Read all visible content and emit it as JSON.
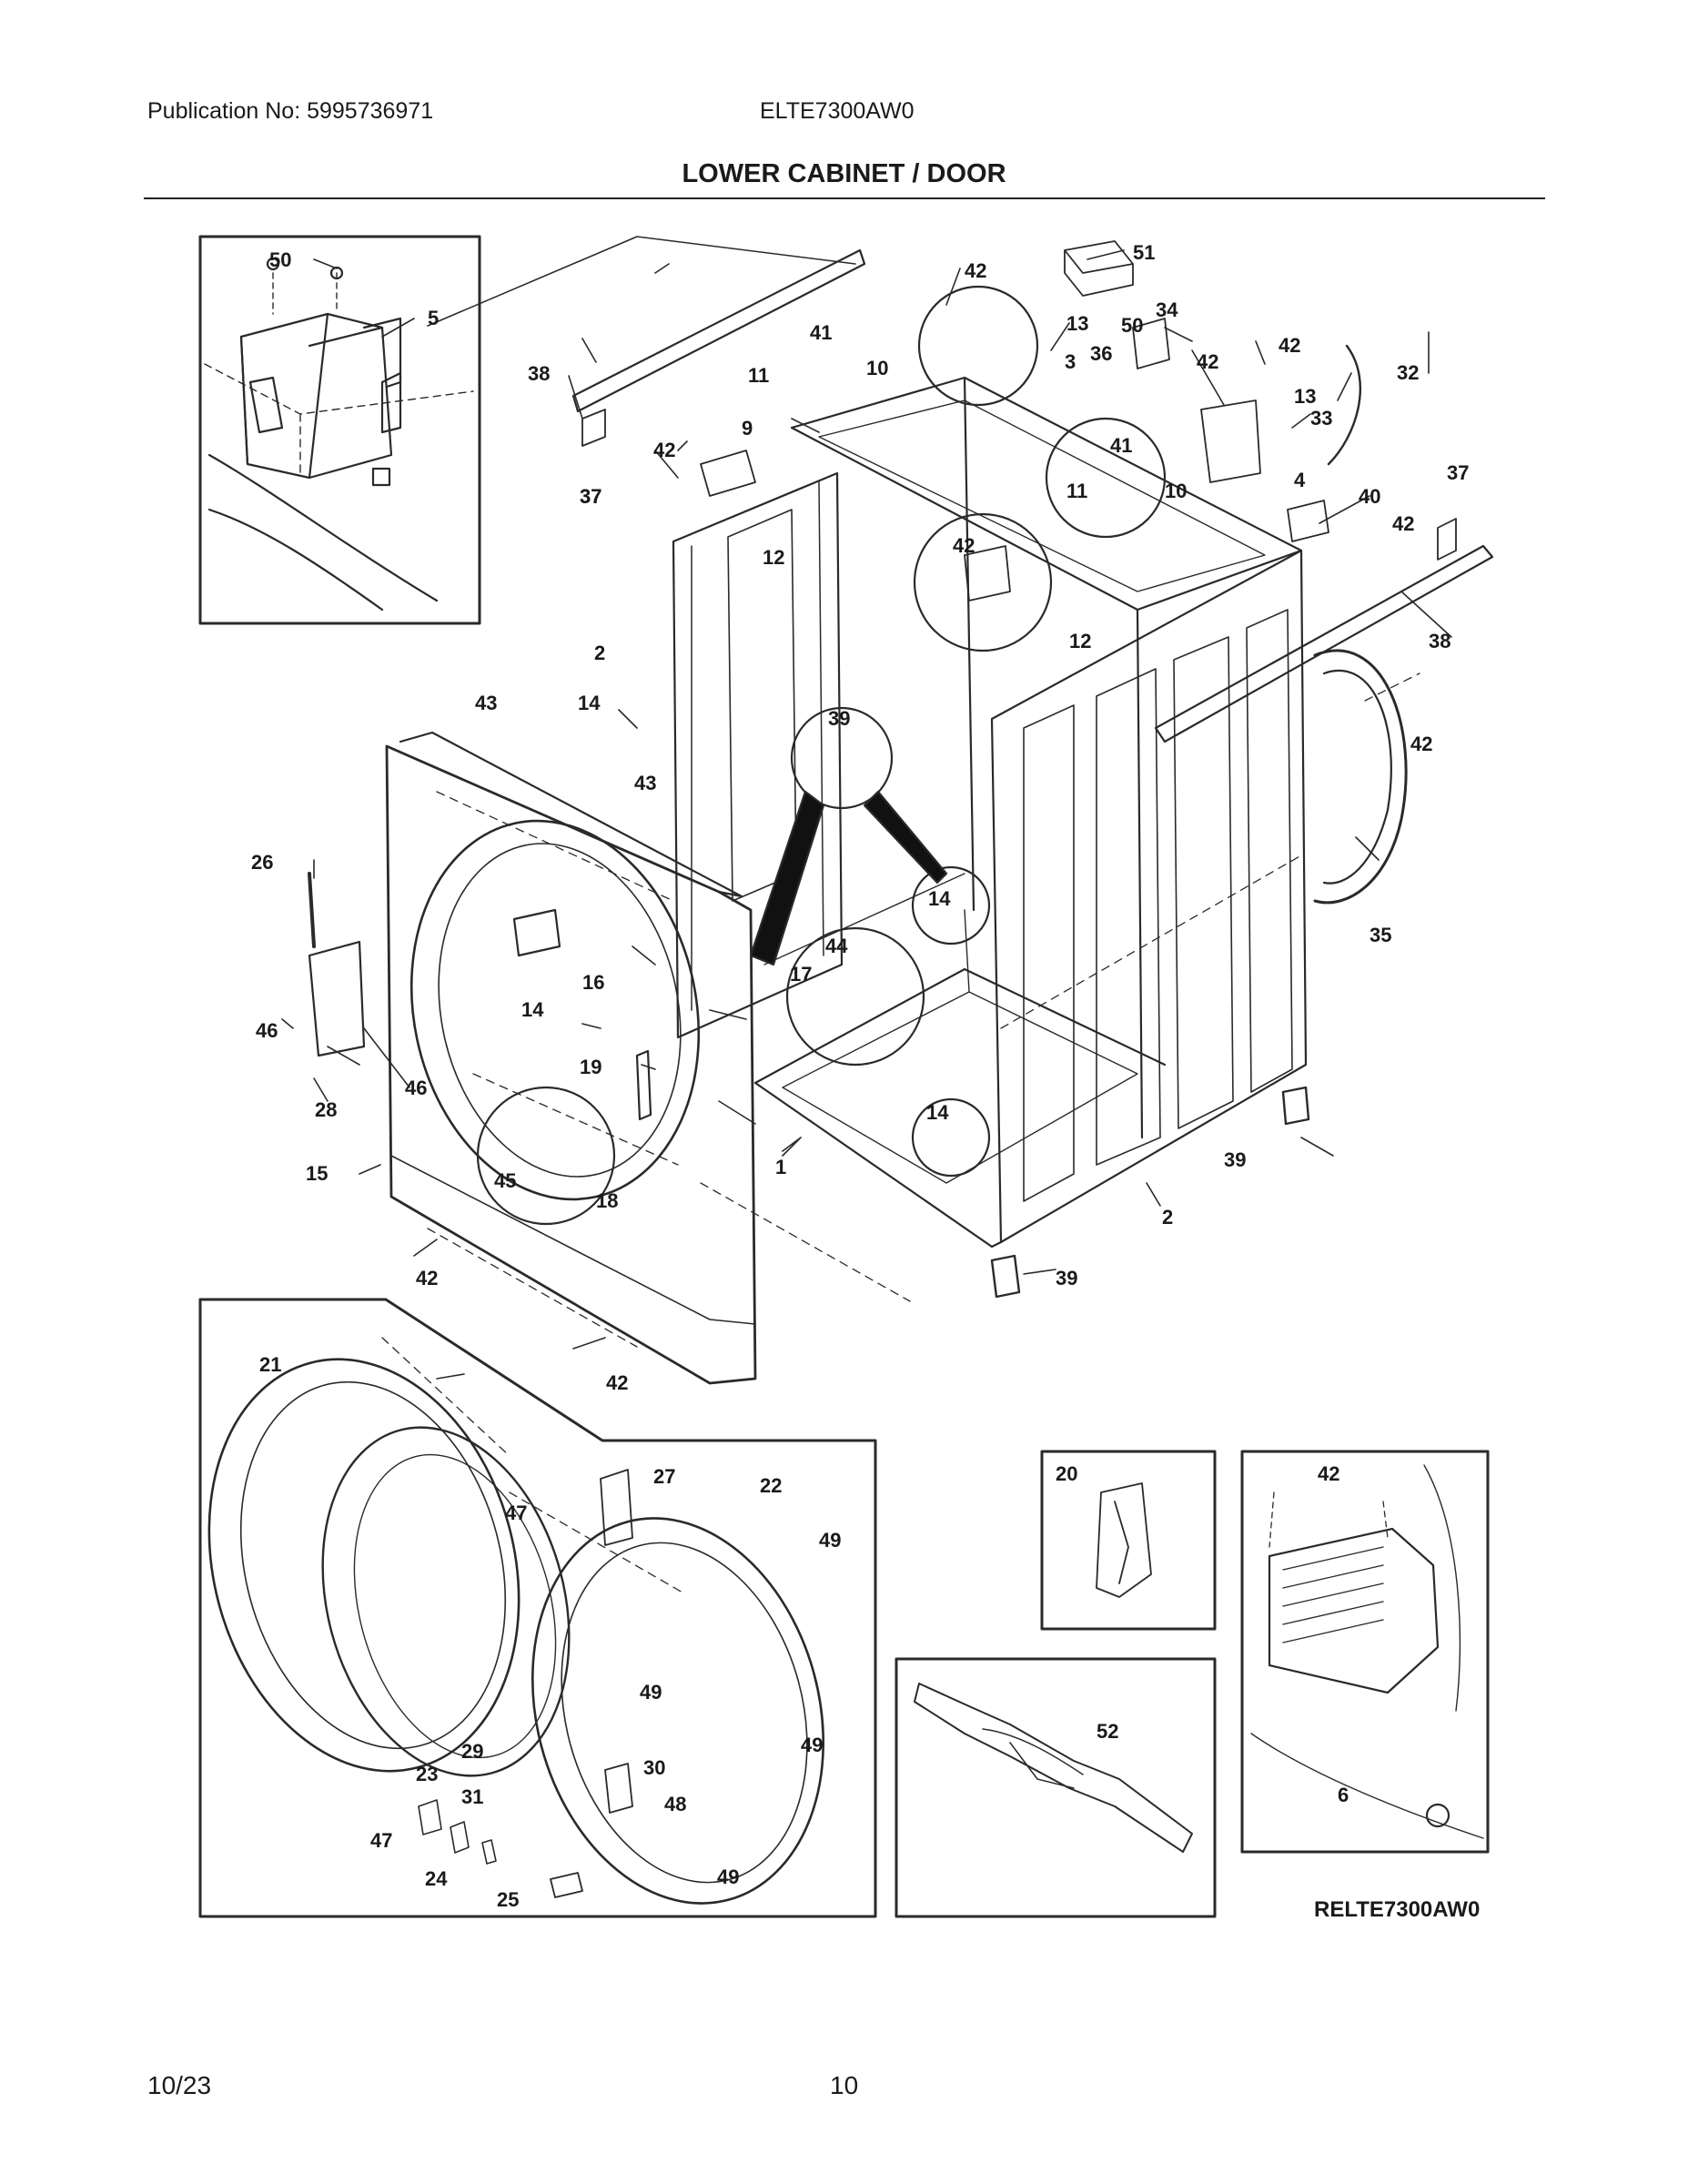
{
  "header": {
    "publication": "Publication No:  5995736971",
    "model": "ELTE7300AW0",
    "title": "LOWER CABINET / DOOR"
  },
  "diagram": {
    "reference_code": "RELTE7300AW0"
  },
  "callouts": {
    "c1": "1",
    "c2a": "2",
    "c2b": "2",
    "c3": "3",
    "c4": "4",
    "c5": "5",
    "c6": "6",
    "c9": "9",
    "c10a": "10",
    "c10b": "10",
    "c11a": "11",
    "c11b": "11",
    "c12a": "12",
    "c12b": "12",
    "c13a": "13",
    "c13b": "13",
    "c14a": "14",
    "c14b": "14",
    "c14c": "14",
    "c14d": "14",
    "c15": "15",
    "c16": "16",
    "c17": "17",
    "c18": "18",
    "c19": "19",
    "c20": "20",
    "c21": "21",
    "c22": "22",
    "c23": "23",
    "c24": "24",
    "c25": "25",
    "c26": "26",
    "c27": "27",
    "c28": "28",
    "c29": "29",
    "c30": "30",
    "c31": "31",
    "c32": "32",
    "c33": "33",
    "c34": "34",
    "c35": "35",
    "c36": "36",
    "c37a": "37",
    "c37b": "37",
    "c38a": "38",
    "c38b": "38",
    "c39a": "39",
    "c39b": "39",
    "c39c": "39",
    "c40": "40",
    "c41a": "41",
    "c41b": "41",
    "c42a": "42",
    "c42b": "42",
    "c42c": "42",
    "c42d": "42",
    "c42e": "42",
    "c42f": "42",
    "c42g": "42",
    "c42h": "42",
    "c42i": "42",
    "c42j": "42",
    "c43a": "43",
    "c43b": "43",
    "c44": "44",
    "c45": "45",
    "c46a": "46",
    "c46b": "46",
    "c47a": "47",
    "c47b": "47",
    "c48": "48",
    "c49a": "49",
    "c49b": "49",
    "c49c": "49",
    "c49d": "49",
    "c50a": "50",
    "c50b": "50",
    "c51": "51",
    "c52": "52"
  },
  "footer": {
    "date": "10/23",
    "page": "10"
  }
}
